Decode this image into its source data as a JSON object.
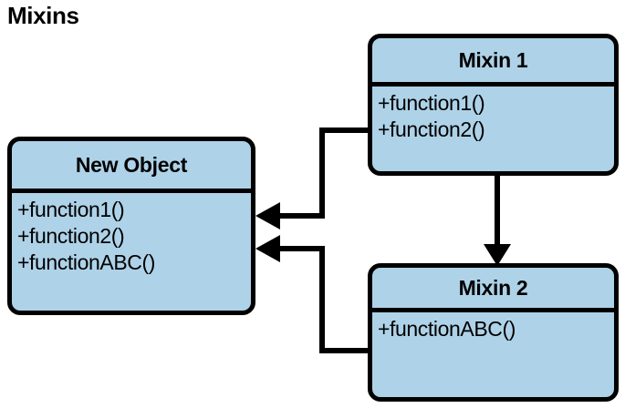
{
  "diagram": {
    "title": "Mixins",
    "type": "uml-class-diagram",
    "colors": {
      "box_fill": "#aed2e8",
      "box_border": "#000000",
      "connector": "#000000",
      "background": "#ffffff",
      "text": "#000000"
    },
    "boxes": [
      {
        "id": "new-object",
        "name": "New Object",
        "methods": [
          "+function1()",
          "+function2()",
          "+functionABC()"
        ]
      },
      {
        "id": "mixin-1",
        "name": "Mixin 1",
        "methods": [
          "+function1()",
          "+function2()"
        ]
      },
      {
        "id": "mixin-2",
        "name": "Mixin 2",
        "methods": [
          "+functionABC()"
        ]
      }
    ],
    "connectors": [
      {
        "id": "mixin1-to-new-object",
        "from": "mixin-1",
        "to": "new-object",
        "arrowhead": "filled-triangle",
        "direction": "left"
      },
      {
        "id": "mixin2-to-new-object",
        "from": "mixin-2",
        "to": "new-object",
        "arrowhead": "filled-triangle",
        "direction": "left"
      },
      {
        "id": "mixin1-to-mixin2",
        "from": "mixin-1",
        "to": "mixin-2",
        "arrowhead": "filled-triangle",
        "direction": "down"
      }
    ]
  }
}
